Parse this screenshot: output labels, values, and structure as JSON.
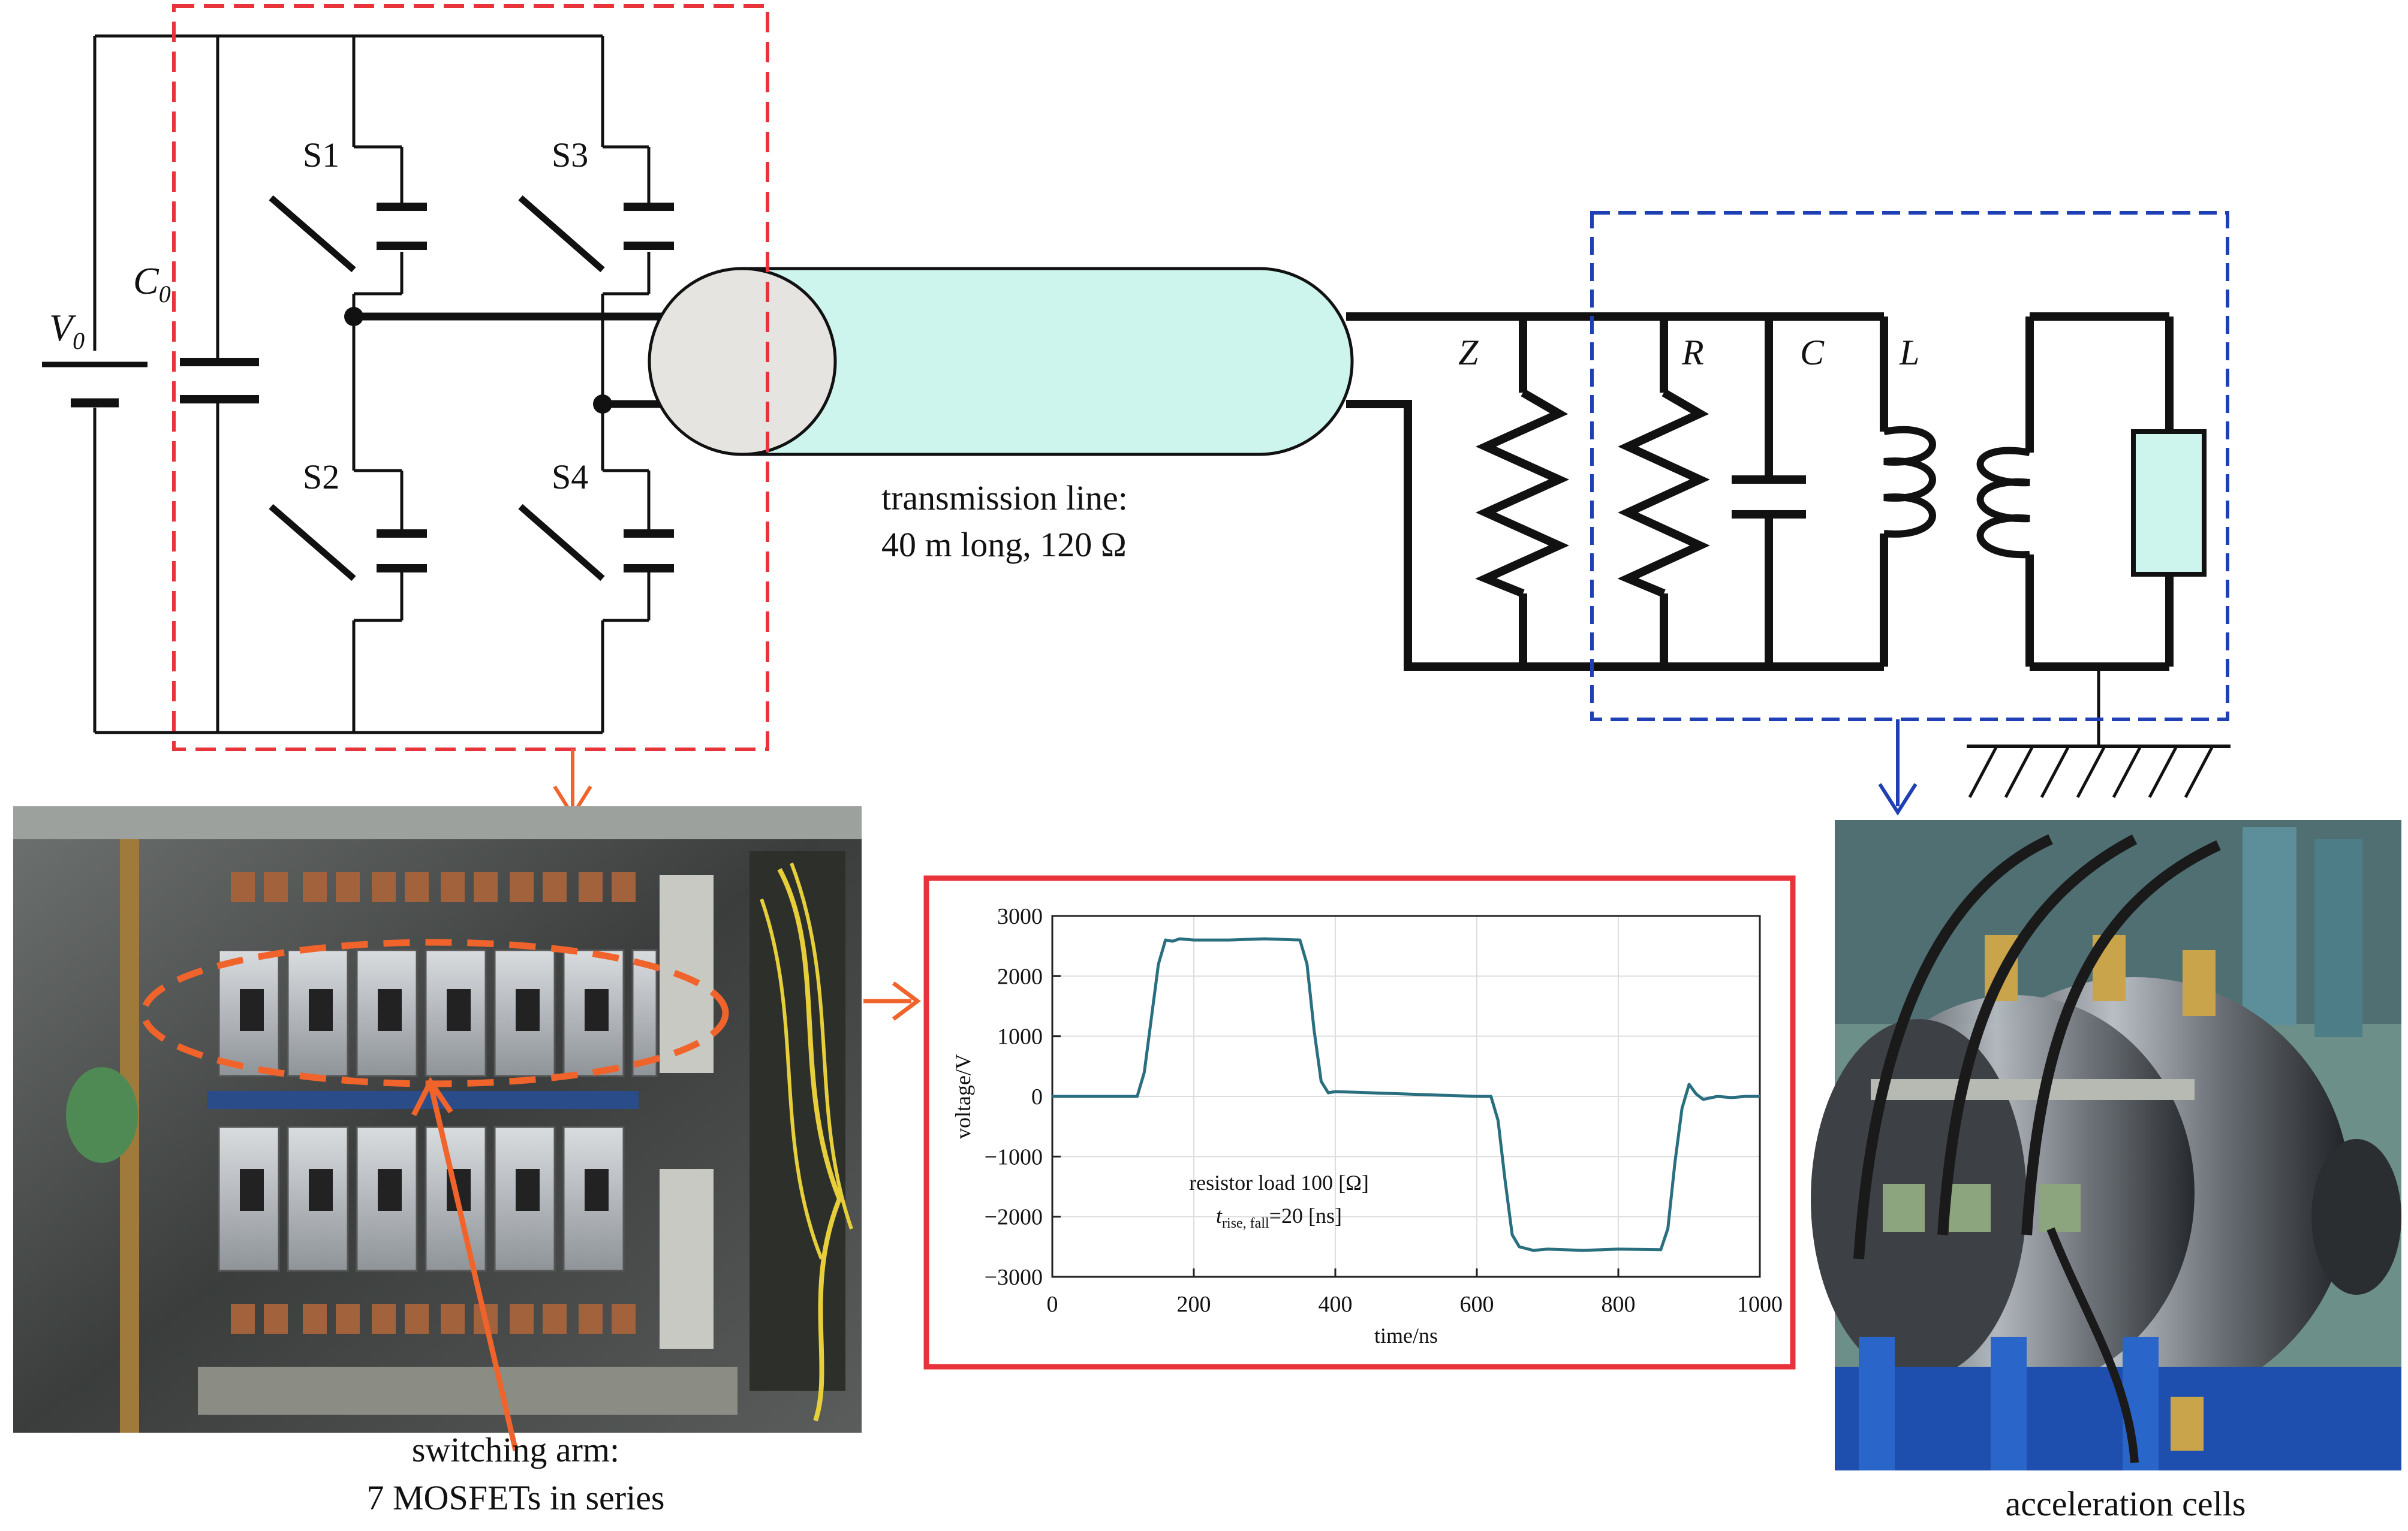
{
  "circuit": {
    "source_label": "V",
    "source_sub": "0",
    "capacitor_label": "C",
    "capacitor_sub": "0",
    "switches": [
      "S1",
      "S3",
      "S2",
      "S4"
    ],
    "load_labels": [
      "Z",
      "R",
      "C",
      "L"
    ]
  },
  "transmission_line": {
    "line1": "transmission line:",
    "line2": "40 m long, 120 Ω"
  },
  "captions": {
    "switching_line1": "switching arm:",
    "switching_line2": "7 MOSFETs in series",
    "acceleration": "acceleration cells"
  },
  "colors": {
    "red_box": "#e8333a",
    "blue_box": "#1f3fb5",
    "orange_marker": "#f0642c",
    "tline_fill": "#cdf5ee",
    "trace": "#2a6f80",
    "load_fill": "#cdf5ee"
  },
  "chart_data": {
    "type": "line",
    "xlabel": "time/ns",
    "ylabel": "voltage/V",
    "xlim": [
      0,
      1000
    ],
    "ylim": [
      -3000,
      3000
    ],
    "xticks": [
      0,
      200,
      400,
      600,
      800,
      1000
    ],
    "yticks": [
      3000,
      2000,
      1000,
      0,
      -1000,
      -2000,
      -3000
    ],
    "grid": true,
    "annotation_line1": "resistor load 100 [Ω]",
    "annotation_t": "t",
    "annotation_sub": "rise, fall",
    "annotation_rest": "=20 [ns]",
    "series": [
      {
        "x": [
          0,
          120,
          130,
          140,
          150,
          160,
          170,
          180,
          200,
          250,
          300,
          350,
          360,
          370,
          380,
          390,
          400,
          450,
          500,
          600,
          620,
          630,
          640,
          650,
          660,
          680,
          700,
          750,
          800,
          860,
          870,
          880,
          890,
          900,
          910,
          920,
          940,
          960,
          980,
          1000
        ],
        "y": [
          0,
          0,
          400,
          1300,
          2200,
          2600,
          2580,
          2620,
          2600,
          2600,
          2620,
          2600,
          2200,
          1100,
          250,
          60,
          80,
          60,
          40,
          0,
          0,
          -400,
          -1400,
          -2300,
          -2500,
          -2560,
          -2540,
          -2560,
          -2540,
          -2550,
          -2200,
          -1100,
          -200,
          200,
          40,
          -50,
          0,
          -20,
          0,
          0
        ]
      }
    ]
  }
}
